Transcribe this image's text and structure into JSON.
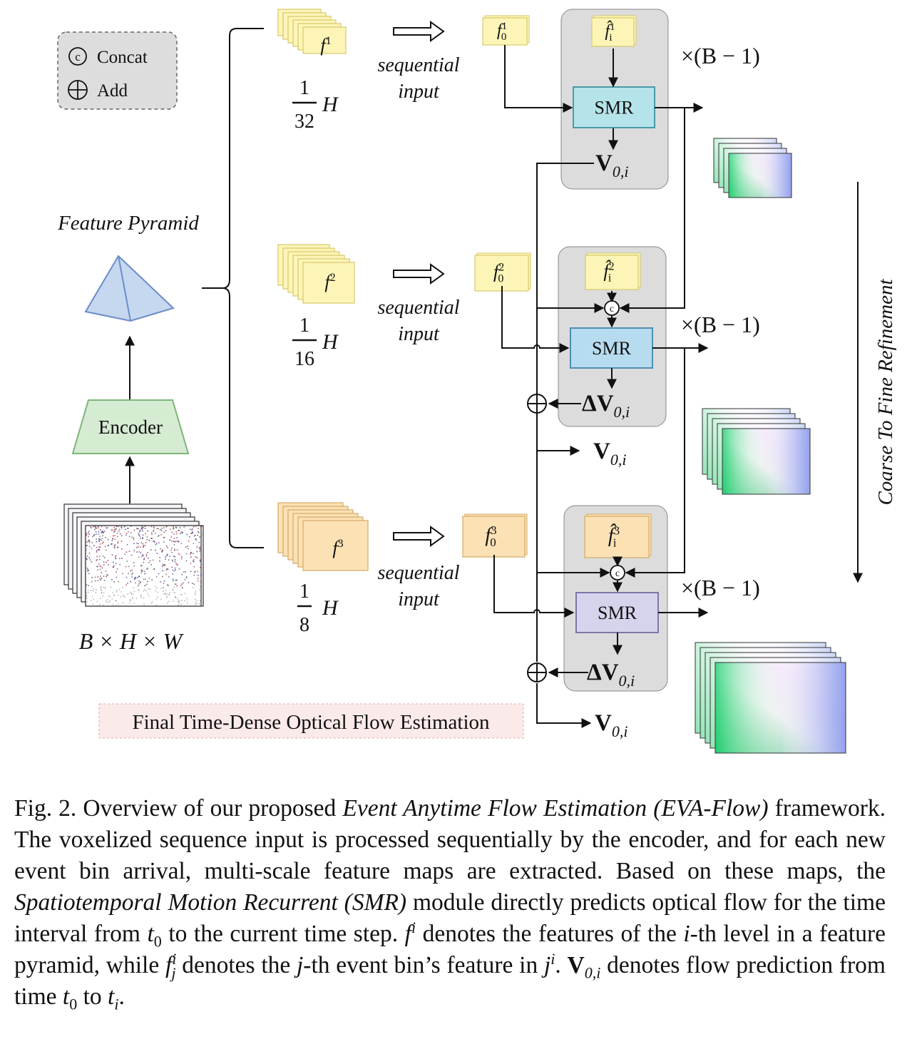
{
  "legend": {
    "concat_symbol": "c",
    "concat_label": "Concat",
    "add_label": "Add"
  },
  "left": {
    "feature_pyramid_label": "Feature Pyramid",
    "encoder_label": "Encoder",
    "input_dims_label": "B × H × W"
  },
  "levels": [
    {
      "feature_label": "f",
      "feature_sup": "1",
      "scale_num": "1",
      "scale_den": "32",
      "scale_var": "H",
      "seq_line1": "sequential",
      "seq_line2": "input",
      "f0_label": "f",
      "f0_sub": "0",
      "f0_sup": "1",
      "fi_label": "f̂",
      "fi_sub": "i",
      "fi_sup": "1",
      "smr_label": "SMR",
      "repeat_label": "×(B − 1)",
      "out_label": "V",
      "out_sub": "0,i"
    },
    {
      "feature_label": "f",
      "feature_sup": "2",
      "scale_num": "1",
      "scale_den": "16",
      "scale_var": "H",
      "seq_line1": "sequential",
      "seq_line2": "input",
      "f0_label": "f",
      "f0_sub": "0",
      "f0_sup": "2",
      "fi_label": "f̂",
      "fi_sub": "i",
      "fi_sup": "2",
      "smr_label": "SMR",
      "repeat_label": "×(B − 1)",
      "delta_label": "ΔV",
      "delta_sub": "0,i",
      "out_label": "V",
      "out_sub": "0,i"
    },
    {
      "feature_label": "f",
      "feature_sup": "3",
      "scale_num": "1",
      "scale_den": "8",
      "scale_var": "H",
      "seq_line1": "sequential",
      "seq_line2": "input",
      "f0_label": "f",
      "f0_sub": "0",
      "f0_sup": "3",
      "fi_label": "f̂",
      "fi_sub": "i",
      "fi_sup": "3",
      "smr_label": "SMR",
      "repeat_label": "×(B − 1)",
      "delta_label": "ΔV",
      "delta_sub": "0,i",
      "out_label": "V",
      "out_sub": "0,i"
    }
  ],
  "right_label": "Coarse To Fine Refinement",
  "final_label": "Final Time-Dense Optical Flow Estimation",
  "colors": {
    "feature_yellow": "#fdf5b8",
    "feature_orange": "#fbe1b4",
    "smr_cyan": "#b5e3ea",
    "smr_blue": "#b7dcef",
    "smr_purple": "#d6d4ec",
    "encoder_green": "#d5ebd2",
    "pyramid_blue": "#c6d7f0",
    "gray_box": "#dcdcdc",
    "final_pink": "#fbeaea"
  },
  "caption": {
    "p1": "Fig. 2.  Overview of our proposed ",
    "em1": "Event Anytime Flow Estimation (EVA-Flow)",
    "p2": " framework. The voxelized sequence input is processed sequentially by the encoder, and for each new event bin arrival, multi-scale feature maps are extracted. Based on these maps, the ",
    "em2": "Spatiotemporal Motion Recurrent (SMR)",
    "p3": " module directly predicts optical flow for the time interval from ",
    "t0a": "t",
    "t0a_sub": "0",
    "p4": " to the current time step. ",
    "fi_var": "f",
    "fi_sup": "i",
    "p5": " denotes the features of the ",
    "i_var": "i",
    "p6": "-th level in a feature pyramid, while ",
    "fj_var": "f",
    "fj_sup": "i",
    "fj_sub": "j",
    "p7": " denotes the ",
    "j_var": "j",
    "p8": "-th event bin’s feature in ",
    "ji_var": "j",
    "ji_sup": "i",
    "p9": ". ",
    "v_var": "V",
    "v_sub": "0,i",
    "p10": " denotes flow prediction from time ",
    "t0b": "t",
    "t0b_sub": "0",
    "p11": " to ",
    "ti": "t",
    "ti_sub": "i",
    "p12": "."
  }
}
